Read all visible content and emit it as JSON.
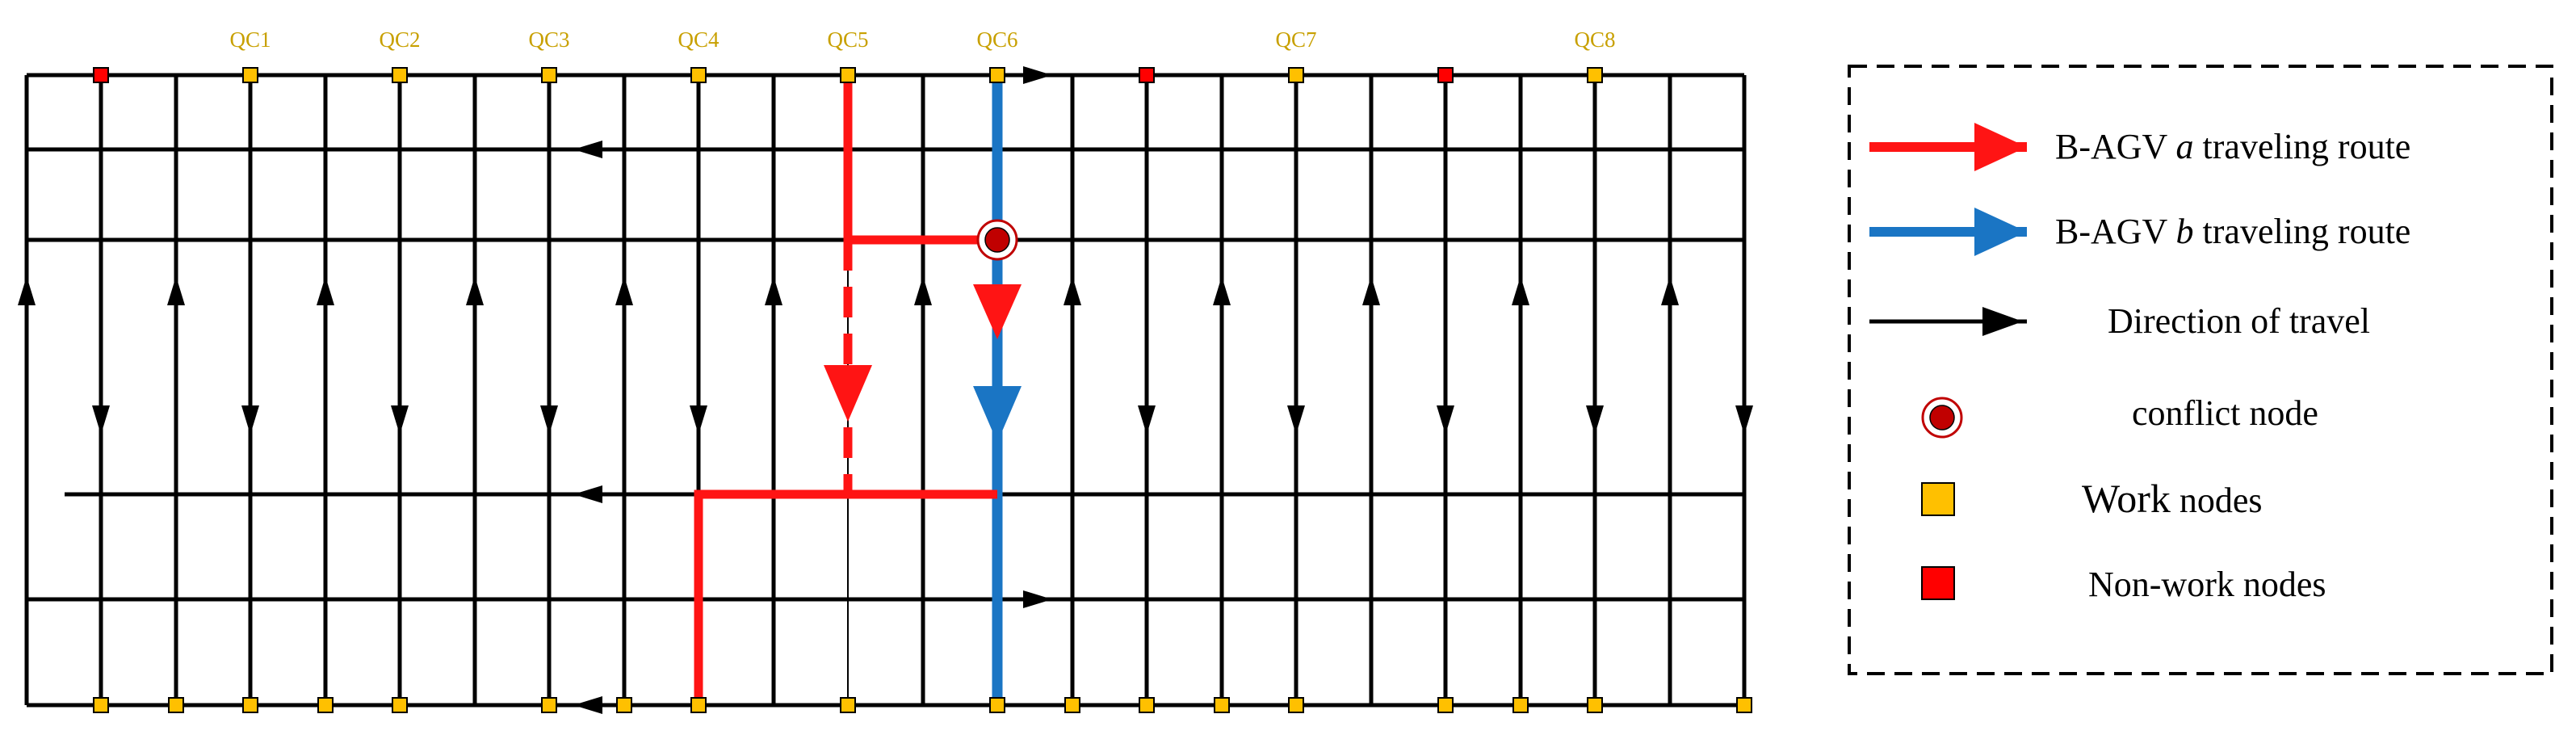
{
  "quay_cranes": [
    "QC1",
    "QC2",
    "QC3",
    "QC4",
    "QC5",
    "QC6",
    "QC7",
    "QC8"
  ],
  "legend": {
    "agv_a": {
      "prefix": "B-AGV ",
      "var": "a",
      "suffix": " traveling route"
    },
    "agv_b": {
      "prefix": "B-AGV ",
      "var": "b",
      "suffix": " traveling route"
    },
    "direction": "Direction of travel",
    "conflict": "conflict node",
    "work": {
      "main": "Work",
      "rest": " nodes"
    },
    "nonwork": "Non-work nodes"
  },
  "colors": {
    "work_node": "#ffc000",
    "nonwork_node": "#ff0000",
    "route_a": "#ff1414",
    "route_b": "#1a75c4",
    "conflict_node": "#c00000",
    "lane": "#000000",
    "qc_label": "#c8a000"
  }
}
